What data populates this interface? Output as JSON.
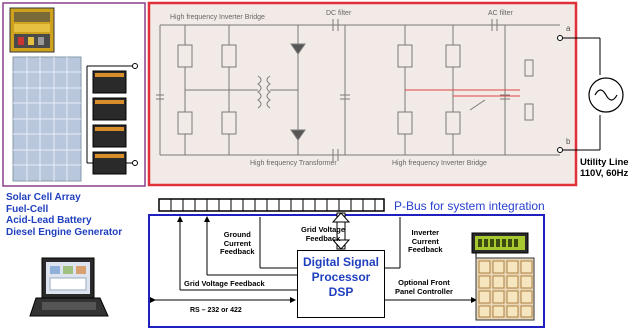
{
  "sources": {
    "line1": "Solar Cell Array",
    "line2": "Fuel-Cell",
    "line3": "Acid-Lead Battery",
    "line4": "Diesel Engine Generator"
  },
  "circuit": {
    "hf_bridge": "High frequency Inverter Bridge",
    "dc_filter": "DC filter",
    "ac_filter": "AC filter",
    "transformer": "High frequency Transformer",
    "lf_bridge": "High frequency Inverter Bridge",
    "phase_a": "a",
    "phase_b": "b"
  },
  "utility": {
    "line1": "Utility Line",
    "line2": "110V, 60Hz"
  },
  "pbus": {
    "label": "P-Bus for system integration"
  },
  "control": {
    "ground_current_feedback": "Ground\nCurrent\nFeedback",
    "grid_voltage_feedback_top": "Grid Voltage\nFeedback",
    "inverter_current_feedback": "Inverter\nCurrent\nFeedback",
    "grid_voltage_feedback_left": "Grid Voltage Feedback",
    "rs_label": "RS – 232 or 422",
    "dsp_line1": "Digital Signal",
    "dsp_line2": "Processor",
    "dsp_line3": "DSP",
    "front_panel": "Optional Front\nPanel Controller"
  },
  "colors": {
    "source_box_border": "#8a3f8a",
    "circuit_box_border": "#e0303a",
    "control_box_border": "#2020c0",
    "label_blue": "#1f3fbf"
  }
}
